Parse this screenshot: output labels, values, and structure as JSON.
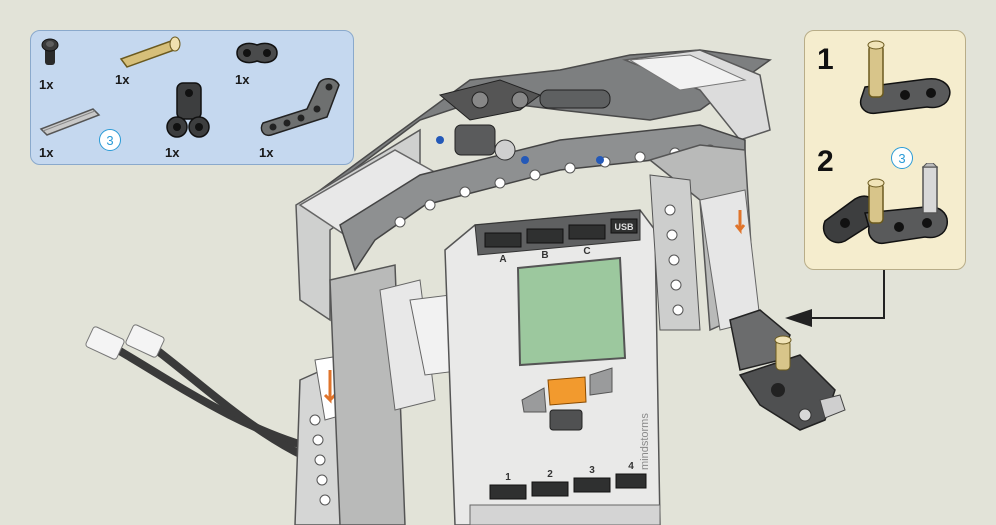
{
  "parts": [
    {
      "id": "black-pin",
      "qty": "1x"
    },
    {
      "id": "tan-axle-pin",
      "qty": "1x"
    },
    {
      "id": "dark-beam-2",
      "qty": "1x"
    },
    {
      "id": "grey-axle",
      "qty": "1x",
      "axle_length": "3"
    },
    {
      "id": "perpendicular-connector",
      "qty": "1x"
    },
    {
      "id": "bent-beam",
      "qty": "1x"
    }
  ],
  "subassembly": {
    "step1": "1",
    "step2": "2",
    "axle_length": "3"
  },
  "brick": {
    "ports_top": [
      "A",
      "B",
      "C"
    ],
    "usb": "USB",
    "ports_bottom": [
      "1",
      "2",
      "3",
      "4"
    ],
    "brand": "mindstorms"
  },
  "colors": {
    "parts_box": "#c5d8ef",
    "sub_box": "#f5edce",
    "callout_circle": "#2a9bd6",
    "arrow": "#222222",
    "orange_button": "#f29a2e",
    "screen": "#9cc89e",
    "red_part": "#d62b2b"
  }
}
